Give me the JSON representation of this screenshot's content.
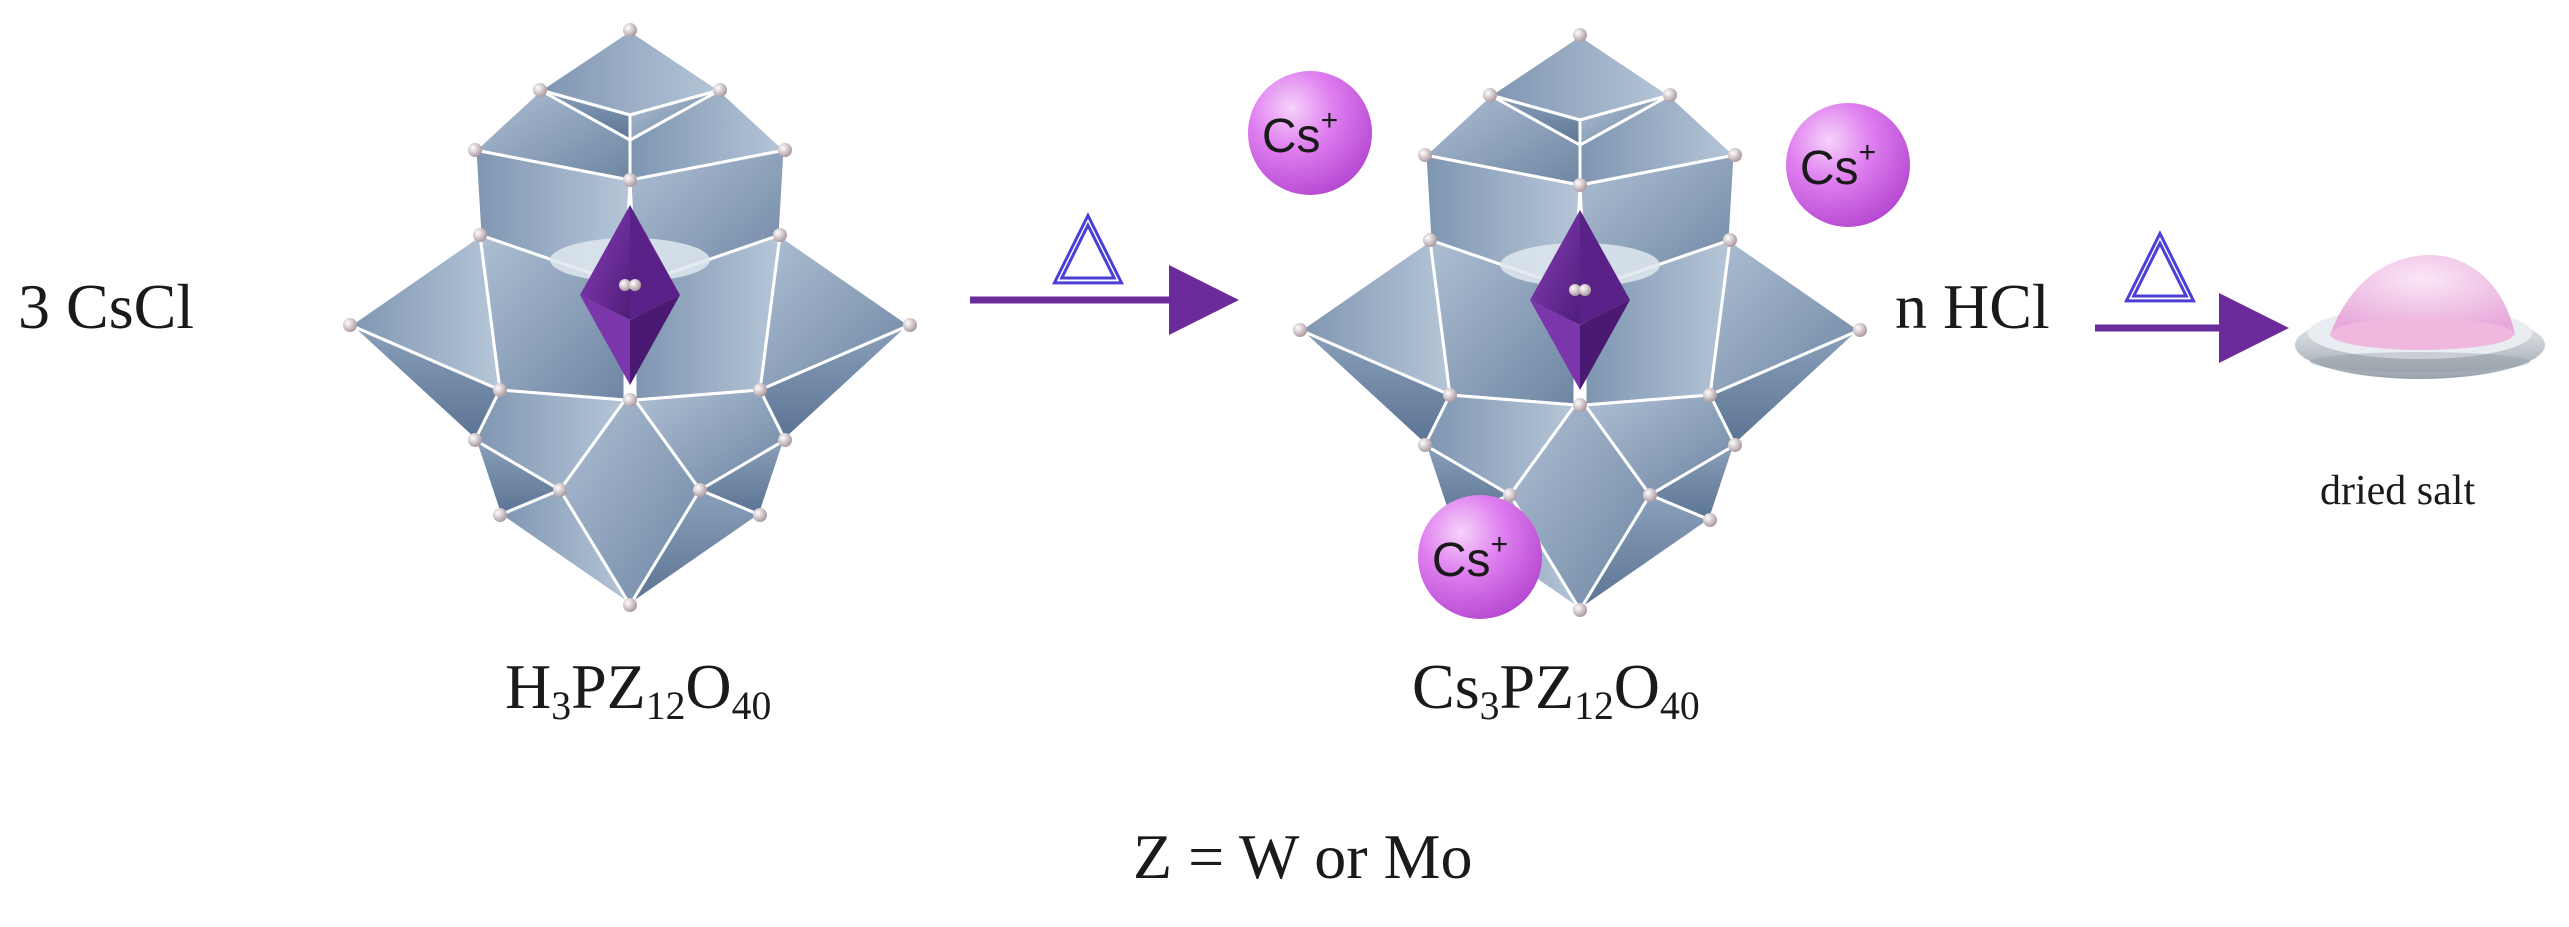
{
  "reactant": {
    "label": "3 CsCl"
  },
  "acid_formula": {
    "base": "H",
    "n1": "3",
    "mid": "PZ",
    "n2": "12",
    "end": "O",
    "n3": "40"
  },
  "step1": {
    "condition": "△"
  },
  "ions": {
    "cs_base": "Cs",
    "cs_charge": "+"
  },
  "salt_formula": {
    "base": "Cs",
    "n1": "3",
    "mid": "PZ",
    "n2": "12",
    "end": "O",
    "n3": "40"
  },
  "byproduct": {
    "label": "n HCl"
  },
  "step2": {
    "condition": "△"
  },
  "product": {
    "label": "dried salt"
  },
  "note": {
    "text": "Z = W or Mo"
  },
  "colors": {
    "polyhedra": "#8ea3bd",
    "core": "#6a2c96",
    "arrow": "#6a2c9a",
    "ion": "#d86ce8",
    "powder": "#f0c3e8"
  }
}
